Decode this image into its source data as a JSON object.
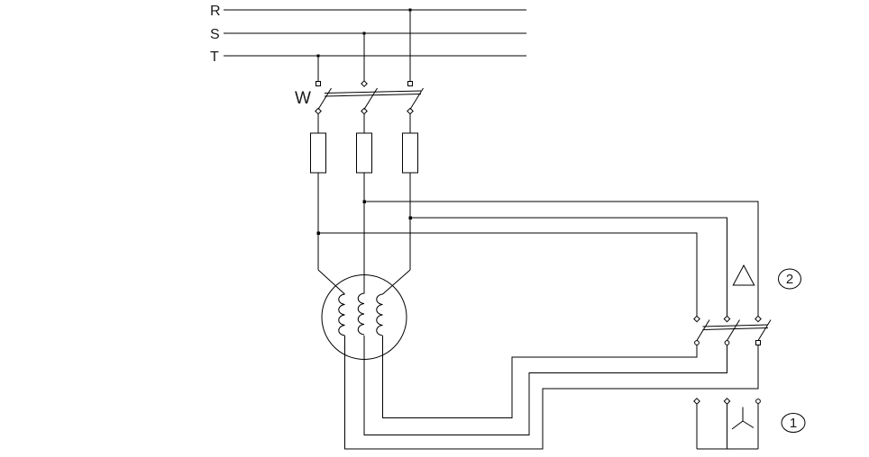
{
  "diagram": {
    "kind": "electrical-schematic",
    "subject": "three-phase star-delta motor starter",
    "colors": {
      "background": "#ffffff",
      "line": "#000000",
      "label": "#1a1a1a"
    },
    "phases": {
      "r": "R",
      "s": "S",
      "t": "T"
    },
    "main_switch": {
      "label": "W",
      "poles": 3
    },
    "fuses": {
      "count": 3
    },
    "motor": {
      "windings": 3
    },
    "contactors": {
      "delta": {
        "badge": "2",
        "symbol": "delta-triangle"
      },
      "star": {
        "badge": "1",
        "symbol": "star-wye"
      }
    }
  }
}
